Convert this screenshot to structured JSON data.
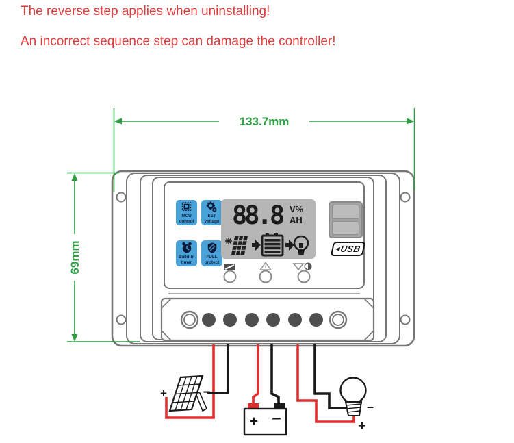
{
  "warnings": {
    "line1": "The reverse step applies when uninstalling!",
    "line2": "An incorrect sequence step can damage the controller!",
    "color": "#e03c3c"
  },
  "dimensions": {
    "width_label": "133.7mm",
    "height_label": "69mm",
    "color": "#2f9e44"
  },
  "controller": {
    "badge_color": "#4aa3d8",
    "badges": [
      {
        "icon": "mcu-chip-icon",
        "label": "MCU\ncontrol"
      },
      {
        "icon": "gears-icon",
        "label": "SET\nvoltage"
      },
      {
        "icon": "alarm-clock-icon",
        "label": "Build-in\ntimer"
      },
      {
        "icon": "shield-icon",
        "label": "FULL\nprotect"
      }
    ],
    "lcd": {
      "reading": "88.8",
      "unit_top": "V%",
      "unit_bottom": "AH",
      "flow": [
        "solar-panel-icon",
        "arrow-right-icon",
        "battery-icon",
        "arrow-right-icon",
        "bulb-icon"
      ]
    },
    "usb_label": "USB",
    "button_icons": [
      "load-mode-icon",
      "up-arrow-icon",
      "down-arrow-contrast-icon"
    ]
  },
  "wiring": {
    "positive_color": "#e12e2e",
    "negative_color": "#1a1a1a",
    "solar_panel": {
      "plus": "+",
      "minus": "−"
    },
    "battery": {
      "plus": "+",
      "minus": "−"
    },
    "bulb": {
      "plus": "+",
      "minus": "−"
    }
  }
}
